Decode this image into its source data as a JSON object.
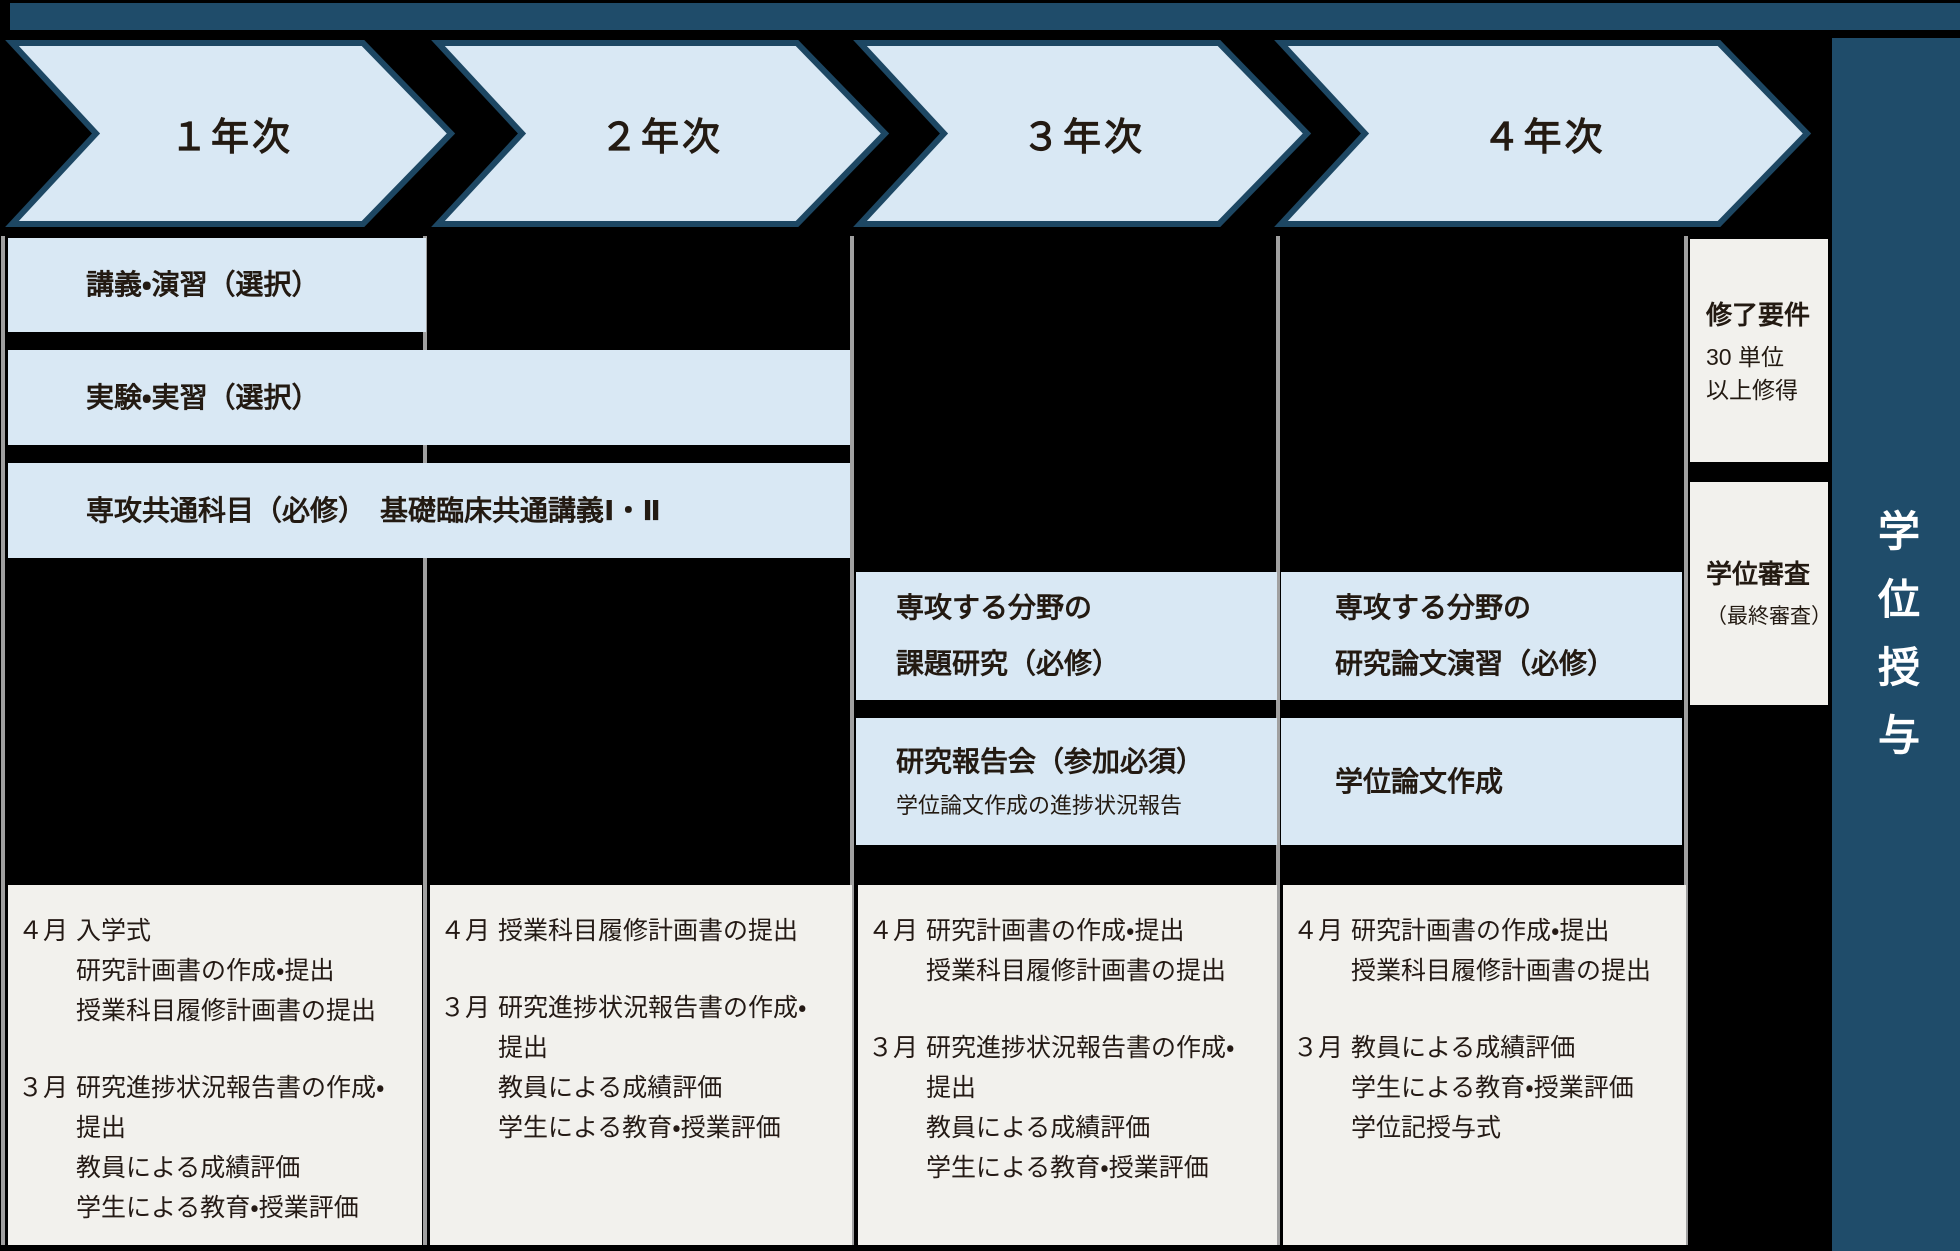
{
  "colors": {
    "background": "#000000",
    "accent_dark_blue": "#1f4c6a",
    "arrow_fill_light_blue": "#d9e8f4",
    "panel_off_white": "#f2f1ed",
    "text_dark": "#231a12",
    "divider_gray": "#a0a0a0",
    "degree_text_white": "#ffffff"
  },
  "years": {
    "y1": "１年次",
    "y2": "２年次",
    "y3": "３年次",
    "y4": "４年次"
  },
  "rows": {
    "r1": {
      "label": "講義・演習（選択）"
    },
    "r2": {
      "label": "実験・実習（選択）"
    },
    "r3": {
      "label": "専攻共通科目（必修）　基礎臨床共通講義Ⅰ・Ⅱ"
    },
    "r4y3": {
      "lines": [
        "専攻する分野の",
        "課題研究（必修）"
      ]
    },
    "r4y4": {
      "lines": [
        "専攻する分野の",
        "研究論文演習（必修）"
      ]
    },
    "r5y3": {
      "label": "研究報告会（参加必須）",
      "sub": "学位論文作成の進捗状況報告"
    },
    "r5y4": {
      "label": "学位論文作成"
    }
  },
  "side": {
    "completion": {
      "title": "修了要件",
      "line1": "30 単位",
      "line2": "以上修得"
    },
    "review": {
      "title": "学位審査",
      "sub": "（最終審査）"
    },
    "degree": {
      "label": "学位授与"
    }
  },
  "schedule": {
    "col1": {
      "april": {
        "month": "４月",
        "lines": [
          "入学式",
          "研究計画書の作成・提出",
          "授業科目履修計画書の提出"
        ]
      },
      "march": {
        "month": "３月",
        "lines": [
          "研究進捗状況報告書の作成・",
          "提出",
          "教員による成績評価",
          "学生による教育・授業評価"
        ]
      }
    },
    "col2": {
      "april": {
        "month": "４月",
        "lines": [
          "授業科目履修計画書の提出"
        ]
      },
      "march": {
        "month": "３月",
        "lines": [
          "研究進捗状況報告書の作成・",
          "提出",
          "教員による成績評価",
          "学生による教育・授業評価"
        ]
      }
    },
    "col3": {
      "april": {
        "month": "４月",
        "lines": [
          "研究計画書の作成・提出",
          "授業科目履修計画書の提出"
        ]
      },
      "march": {
        "month": "３月",
        "lines": [
          "研究進捗状況報告書の作成・",
          "提出",
          "教員による成績評価",
          "学生による教育・授業評価"
        ]
      }
    },
    "col4": {
      "april": {
        "month": "４月",
        "lines": [
          "研究計画書の作成・提出",
          "授業科目履修計画書の提出"
        ]
      },
      "march": {
        "month": "３月",
        "lines": [
          "教員による成績評価",
          "学生による教育・授業評価",
          "学位記授与式"
        ]
      }
    }
  }
}
